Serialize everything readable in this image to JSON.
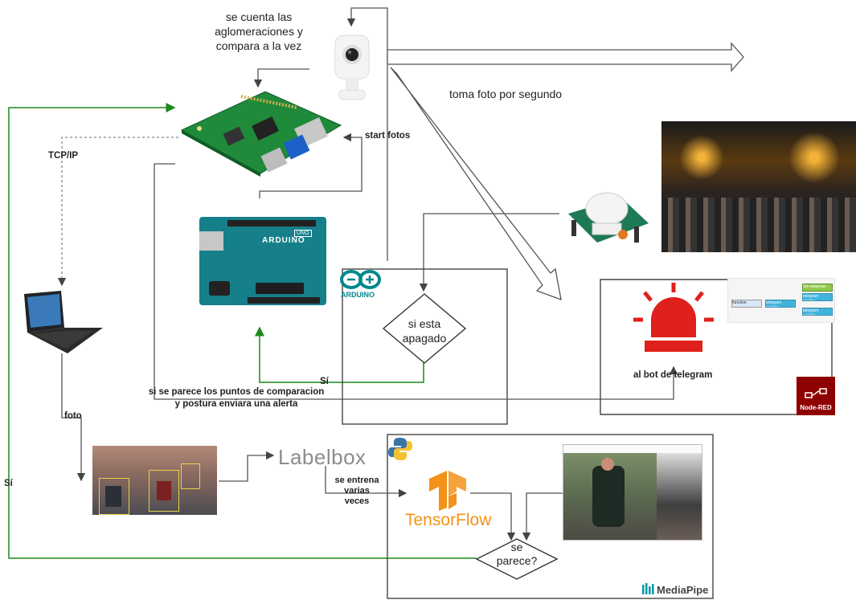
{
  "labels": {
    "cuenta_line1": "se cuenta las",
    "cuenta_line2": "aglomeraciones y",
    "cuenta_line3": "compara a la vez",
    "toma_foto": "toma foto por segundo",
    "start_fotos": "start fotos",
    "tcpip": "TCP/IP",
    "foto": "foto",
    "si_left": "Sí",
    "si_mid": "Sí",
    "alerta_line1": "si se parece los puntos de comparacion",
    "alerta_line2": "y postura enviara una alerta",
    "bot_telegram": "al bot de telegram",
    "entrena_line1": "se entrena",
    "entrena_line2": "varias",
    "entrena_line3": "veces",
    "decision_apagado_line1": "si esta",
    "decision_apagado_line2": "apagado",
    "decision_parece_line1": "se",
    "decision_parece_line2": "parece?"
  },
  "logos": {
    "arduino": "ARDUINO",
    "uno": "UNO",
    "labelbox": "Labelbox",
    "tensorflow": "TensorFlow",
    "mediapipe": "MediaPipe",
    "nodered": "Node-RED"
  },
  "nodered_flow": {
    "node1": "function",
    "node2": "telegram sender",
    "node3": "Sin etiquetas",
    "node4": "telegram sender",
    "node5": "telegram sender"
  },
  "colors": {
    "green_line": "#1a8a1a",
    "arduino_teal": "#00878f",
    "alarm_red": "#e0201b",
    "tensorflow_orange": "#f29218",
    "nodered_red": "#8f0000"
  }
}
